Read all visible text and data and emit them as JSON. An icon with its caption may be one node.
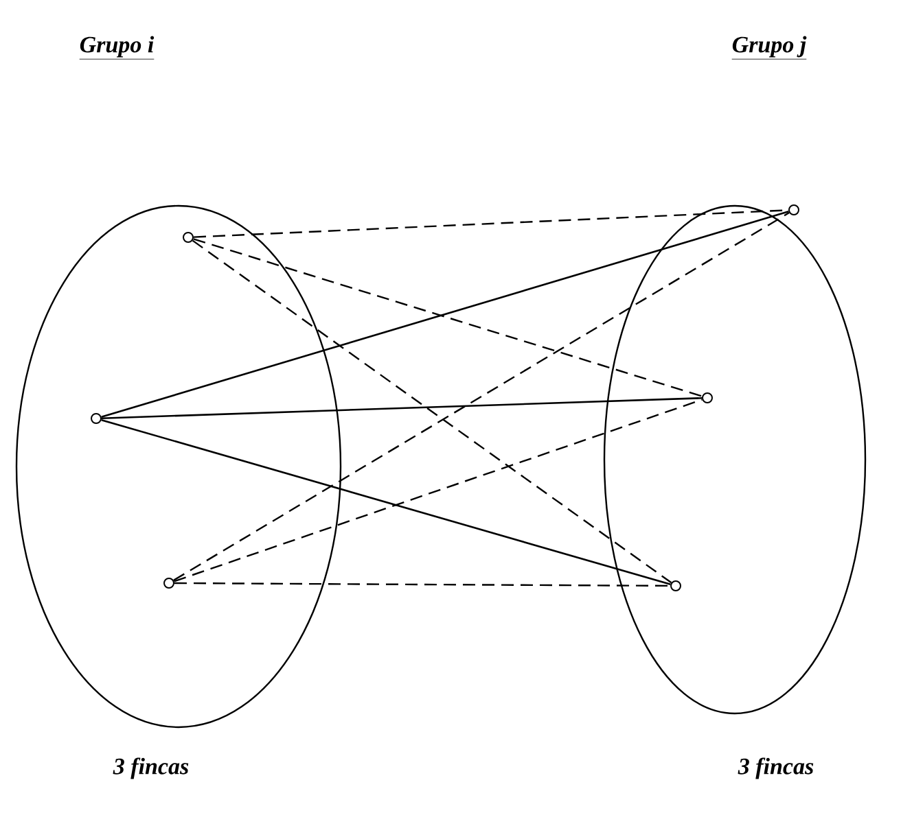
{
  "diagram": {
    "nodes": [
      {
        "text": [
          "Grupo i"
        ],
        "beside": [
          "3 fincas"
        ]
      },
      {
        "text": [],
        "shape": "circle",
        "in": 0
      },
      {
        "text": [],
        "shape": "circle",
        "in": 0
      },
      {
        "text": [],
        "shape": "circle",
        "in": 0
      },
      {
        "text": [
          "Grupo j"
        ],
        "beside": [
          "3 fincas"
        ]
      },
      {
        "text": [],
        "shape": "circle",
        "in": 4
      },
      {
        "text": [],
        "shape": "circle",
        "in": 4
      },
      {
        "text": [],
        "shape": "circle",
        "in": 4
      }
    ],
    "edges": [
      {
        "from": 1,
        "to": 5,
        "arrow": "none",
        "style": "dashed"
      },
      {
        "from": 1,
        "to": 6,
        "arrow": "none",
        "style": "dashed"
      },
      {
        "from": 1,
        "to": 7,
        "arrow": "none",
        "style": "dashed"
      },
      {
        "from": 2,
        "to": 5,
        "arrow": "none"
      },
      {
        "from": 2,
        "to": 6,
        "arrow": "none"
      },
      {
        "from": 2,
        "to": 7,
        "arrow": "none"
      },
      {
        "from": 3,
        "to": 5,
        "arrow": "none",
        "style": "dashed"
      },
      {
        "from": 3,
        "to": 6,
        "arrow": "none",
        "style": "dashed"
      },
      {
        "from": 3,
        "to": 7,
        "arrow": "none",
        "style": "dashed"
      }
    ]
  }
}
